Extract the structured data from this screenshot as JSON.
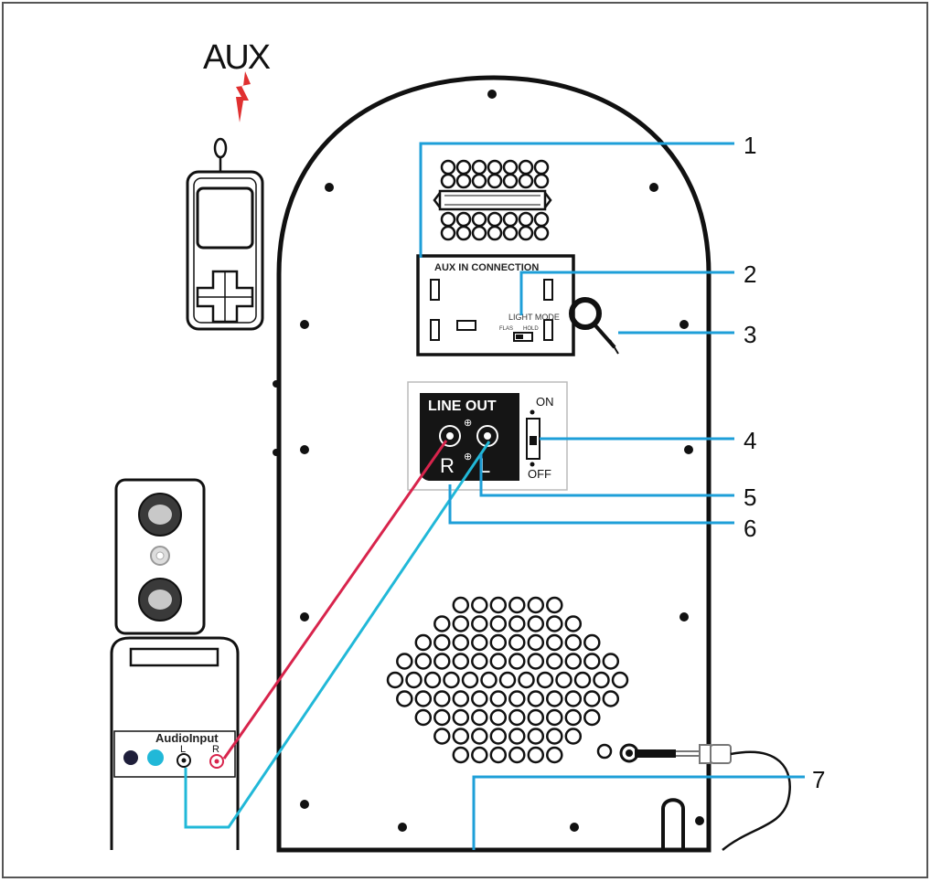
{
  "labels": {
    "aux_title": "AUX",
    "aux_in_connection": "AUX IN CONNECTION",
    "light_mode": "LIGHT MODE",
    "light_mode_opt1": "FLAS",
    "light_mode_opt2": "HOLD",
    "line_out": "LINE OUT",
    "line_out_r": "R",
    "line_out_l": "L",
    "switch_on": "ON",
    "switch_off": "OFF",
    "audio_input": "AudioInput",
    "audio_input_l": "L",
    "audio_input_r": "R"
  },
  "callouts": [
    "1",
    "2",
    "3",
    "4",
    "5",
    "6",
    "7"
  ],
  "colors": {
    "callout_line": "#1e9fd8",
    "red_cable": "#d8244c",
    "cyan_cable": "#21b8d8",
    "outline": "#111111",
    "panel_black": "#151515"
  }
}
